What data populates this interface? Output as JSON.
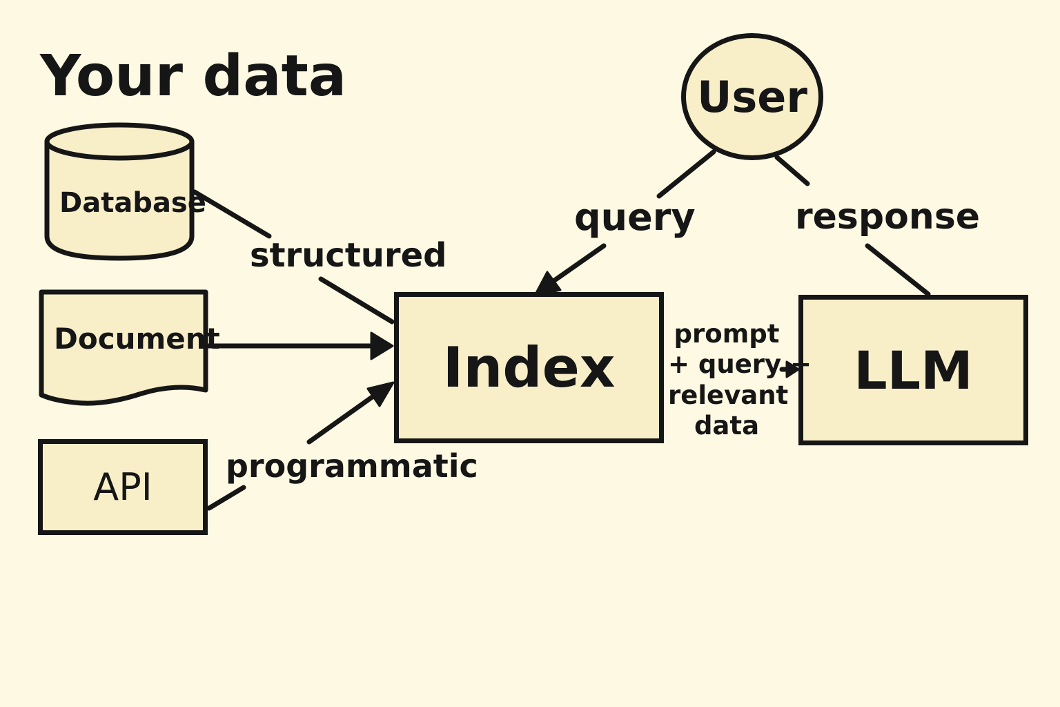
{
  "title": "Your data",
  "sources": {
    "database": "Database",
    "document": "Document",
    "api": "API"
  },
  "edges": {
    "structured": "structured",
    "programmatic": "programmatic",
    "query": "query",
    "response": "response",
    "prompt_lines": [
      "prompt",
      "+ query +",
      "relevant",
      "data"
    ]
  },
  "nodes": {
    "user": "User",
    "index": "Index",
    "llm": "LLM"
  },
  "colors": {
    "background": "#fdf9e3",
    "node_fill": "#f8efc9",
    "stroke": "#161616"
  }
}
